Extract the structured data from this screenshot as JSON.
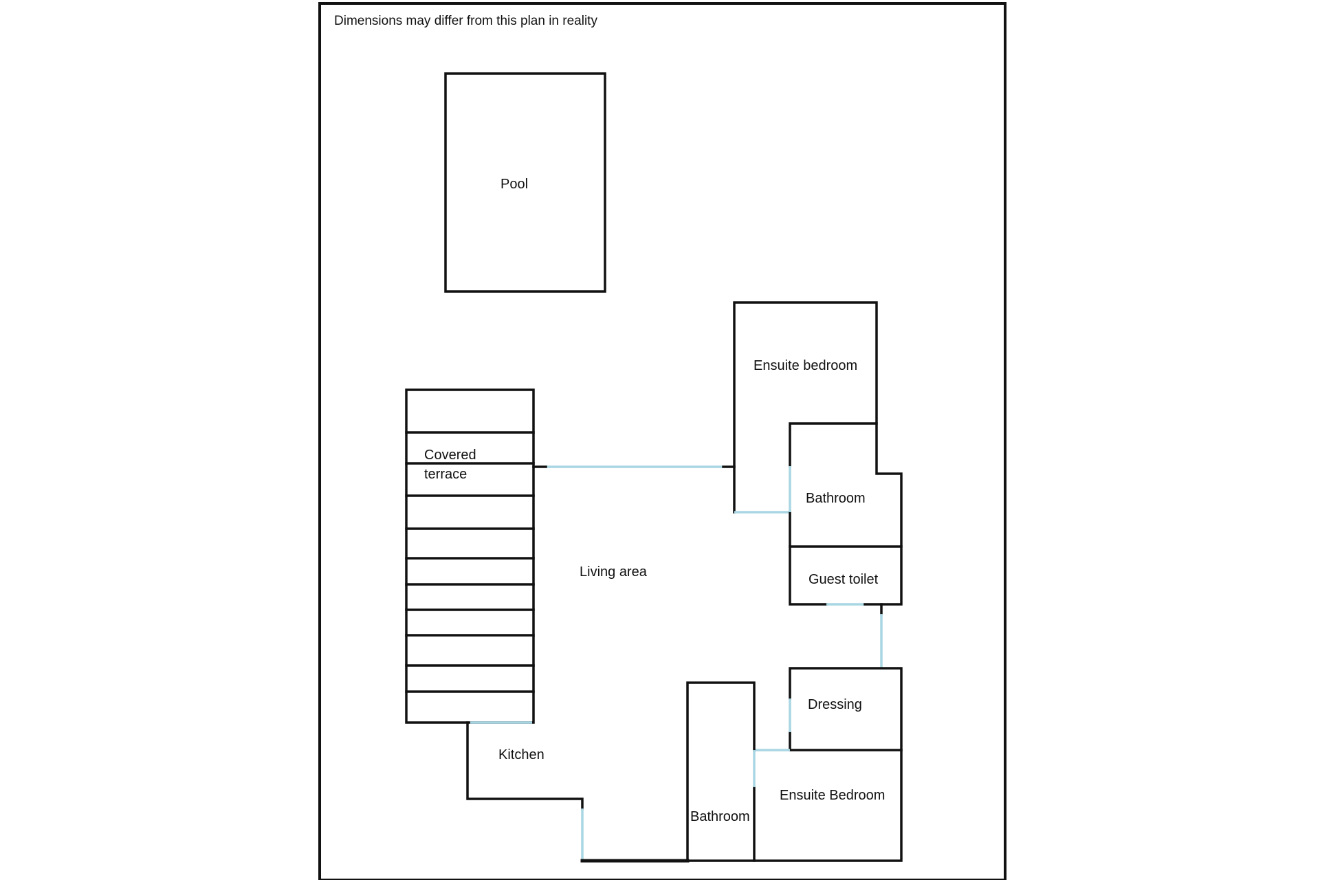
{
  "plan": {
    "note": "Dimensions may differ from this plan in reality",
    "labels": {
      "pool": "Pool",
      "ensuite_bedroom_top": "Ensuite bedroom",
      "covered_terrace_line1": "Covered",
      "covered_terrace_line2": "terrace",
      "bathroom_right": "Bathroom",
      "living_area": "Living area",
      "guest_toilet": "Guest toilet",
      "dressing": "Dressing",
      "kitchen": "Kitchen",
      "ensuite_bedroom_bottom": "Ensuite Bedroom",
      "bathroom_bottom": "Bathroom"
    },
    "colors": {
      "wall": "#111111",
      "opening": "#a9d6e3",
      "background": "#ffffff"
    }
  }
}
